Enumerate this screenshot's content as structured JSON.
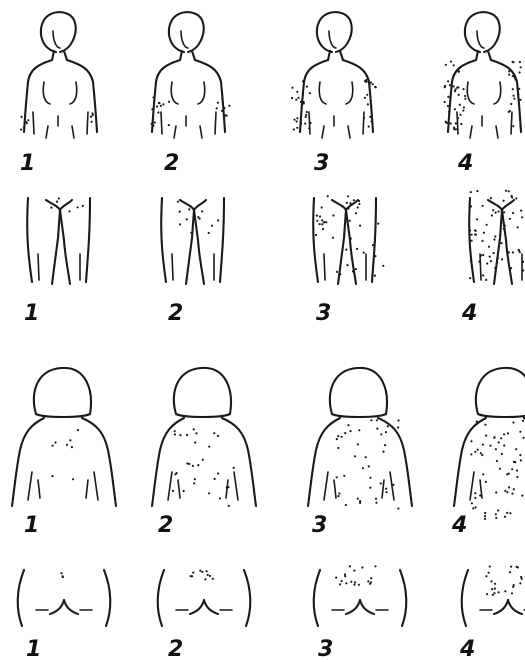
{
  "rows": [
    {
      "view": "chest",
      "labels": [
        "1",
        "2",
        "3",
        "4"
      ]
    },
    {
      "view": "legs",
      "labels": [
        "1",
        "2",
        "3",
        "4"
      ]
    },
    {
      "view": "back",
      "labels": [
        "1",
        "2",
        "3",
        "4"
      ]
    },
    {
      "view": "lower-back",
      "labels": [
        "1",
        "2",
        "3",
        "4"
      ]
    }
  ],
  "colors": {
    "ink": "#1a1a1a",
    "background": "#ffffff"
  }
}
